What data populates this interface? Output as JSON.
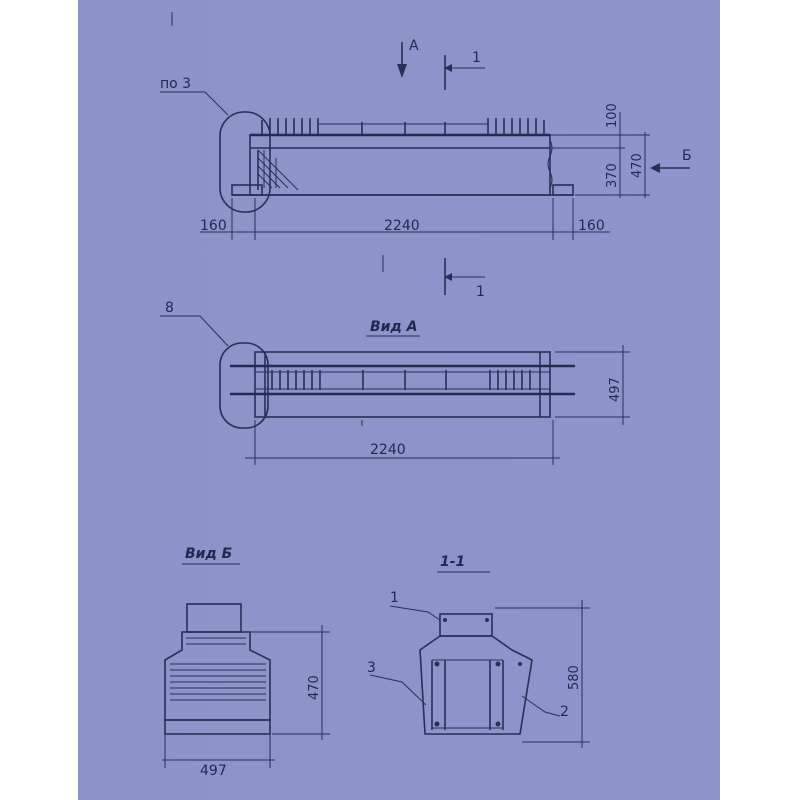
{
  "drawing": {
    "top_view": {
      "dims": {
        "left": "160",
        "length": "2240",
        "right": "160",
        "top_h": "100",
        "mid_h": "370",
        "total_h": "470"
      },
      "callout": "по 3",
      "arrow_a": "A",
      "arrow_b": "Б",
      "section_top": "1",
      "section_bottom": "1"
    },
    "view_a": {
      "title": "Вид А",
      "callout": "8",
      "dims": {
        "length": "2240",
        "height": "497"
      }
    },
    "view_b": {
      "title": "Вид Б",
      "dims": {
        "width": "497",
        "height": "470"
      }
    },
    "section_1": {
      "title": "1-1",
      "callouts": {
        "one": "1",
        "three": "3",
        "two": "2"
      },
      "dims": {
        "height": "580"
      }
    },
    "colors": {
      "paper": "#8d95cc",
      "ink": "#2a2f57"
    }
  }
}
